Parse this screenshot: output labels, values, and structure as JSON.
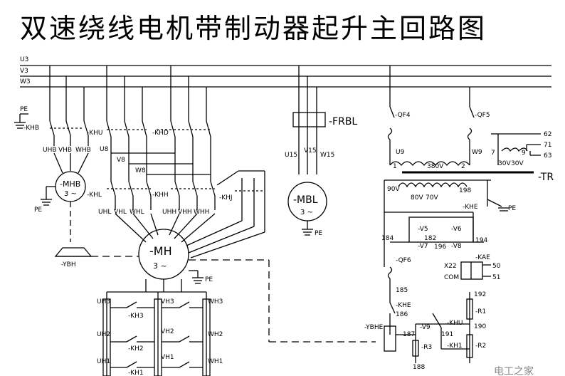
{
  "title": "双速绕线电机带制动器起升主回路图",
  "buses": [
    "U3",
    "V3",
    "W3",
    "PE"
  ],
  "labels": {
    "khb": "-KHB",
    "khu": "-KHU",
    "khd": "-KHD",
    "khl": "-KHL",
    "khh": "-KHH",
    "khj": "-KHJ",
    "uhb": "UHB",
    "vhb": "VHB",
    "whb": "WHB",
    "u8": "U8",
    "v8": "V8",
    "w8": "W8",
    "uhl": "UHL",
    "vhl": "VHL",
    "whl": "WHL",
    "uhh": "UHH",
    "vhh": "VHH",
    "whh": "WHH",
    "mhb": "-MHB",
    "mhb_sub": "3 ~",
    "mh": "-MH",
    "mh_sub": "3 ~",
    "mbl": "-MBL",
    "mbl_sub": "3 ~",
    "pe": "PE",
    "ybh": "-YBH",
    "frbl": "-FRBL",
    "u15": "U15",
    "v15": "V15",
    "w15": "W15",
    "qf4": "-QF4",
    "qf5": "-QF5",
    "u9": "U9",
    "w9": "W9",
    "tr": "-TR",
    "v380": "380V",
    "n1": "1",
    "n2": "2",
    "v30a": "30V",
    "v30b": "30V",
    "n7": "7",
    "n9": "9",
    "t62": "62",
    "t71": "71",
    "t63": "63",
    "v90": "90V",
    "v80": "80V",
    "v70": "70V",
    "n198": "198",
    "khe": "-KHE",
    "v5": "-V5",
    "v6": "-V6",
    "v7": "-V7",
    "v8d": "-V8",
    "n182": "182",
    "n184": "184",
    "n196": "196",
    "n194": "194",
    "qf6": "-QF6",
    "kae": "-KAE",
    "x22": "X22",
    "com": "COM",
    "t50": "50",
    "t51": "51",
    "n185": "185",
    "khe2": "-KHE",
    "n186": "186",
    "ybhe": "-YBHE",
    "n192": "192",
    "r1": "-R1",
    "n190": "190",
    "khu2": "-KHU",
    "n191": "191",
    "kh1": "-KH1",
    "r2": "-R2",
    "v9": "-V9",
    "n187": "187",
    "r3": "-R3",
    "n188": "188",
    "uh3": "UH3",
    "vh3": "VH3",
    "wh3": "WH3",
    "kh3": "-KH3",
    "uh2": "UH2",
    "vh2": "VH2",
    "wh2": "WH2",
    "kh2": "-KH2",
    "uh1": "UH1",
    "vh1": "VH1",
    "wh1": "WH1",
    "kh1b": "-KH1",
    "watermark": "电工之家"
  }
}
